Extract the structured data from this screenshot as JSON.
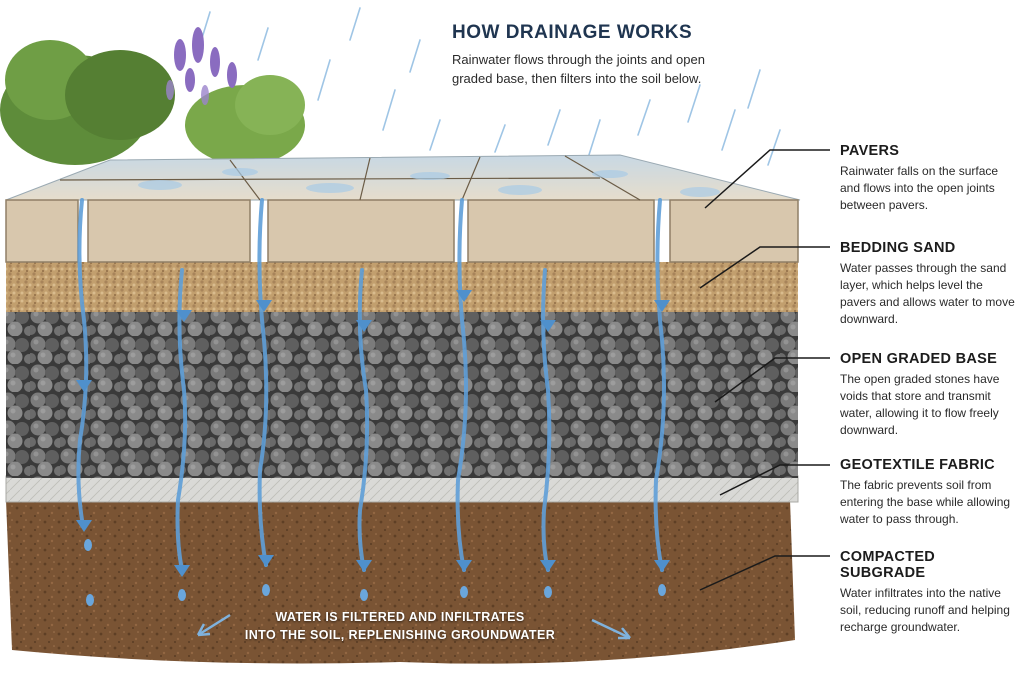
{
  "header": {
    "title": "HOW DRAINAGE WORKS",
    "intro": "Rainwater flows through the joints and open graded base, then filters into the soil below."
  },
  "layers": [
    {
      "name": "PAVERS",
      "description": "Rainwater falls on the surface and flows into the open joints between pavers."
    },
    {
      "name": "BEDDING SAND",
      "description": "Water passes through the sand layer, which helps level the pavers and allows water to move downward."
    },
    {
      "name": "OPEN GRADED BASE",
      "description": "The open graded stones have voids that store and transmit water, allowing it to flow freely downward."
    },
    {
      "name": "GEOTEXTILE FABRIC",
      "description": "The fabric prevents soil from entering the base while allowing water to pass through."
    },
    {
      "name": "COMPACTED SUBGRADE",
      "description": "Water infiltrates into the native soil, reducing runoff and helping recharge groundwater."
    }
  ],
  "bottom_caption": {
    "line1": "WATER IS FILTERED AND INFILTRATES",
    "line2": "INTO THE SOIL, REPLENISHING GROUNDWATER"
  },
  "colors": {
    "title": "#1f3550",
    "paver": "#d8c7ad",
    "sand": "#c9a878",
    "stone": "#6b6b6b",
    "fabric": "#dcdcdc",
    "soil": "#7a5434",
    "water": "#5f9fd8",
    "foliage": "#5e8c3a",
    "lavender": "#8a6cc0"
  }
}
